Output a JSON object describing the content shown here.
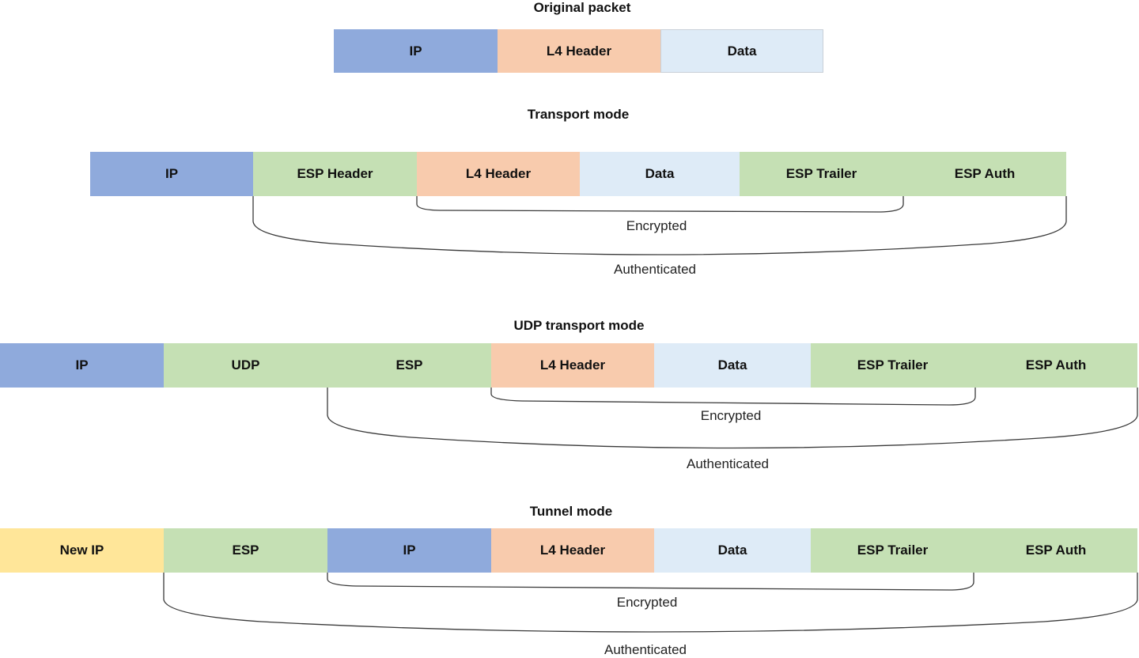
{
  "sections": [
    {
      "title": "Original packet",
      "cells": [
        {
          "label": "IP",
          "color": "#8faadc"
        },
        {
          "label": "L4 Header",
          "color": "#f8cbad"
        },
        {
          "label": "Data",
          "color": "#deebf7"
        }
      ]
    },
    {
      "title": "Transport mode",
      "cells": [
        {
          "label": "IP",
          "color": "#8faadc"
        },
        {
          "label": "ESP Header",
          "color": "#c5e0b4"
        },
        {
          "label": "L4 Header",
          "color": "#f8cbad"
        },
        {
          "label": "Data",
          "color": "#deebf7"
        },
        {
          "label": "ESP Trailer",
          "color": "#c5e0b4"
        },
        {
          "label": "ESP Auth",
          "color": "#c5e0b4"
        }
      ],
      "encrypted_label": "Encrypted",
      "authenticated_label": "Authenticated"
    },
    {
      "title": "UDP transport mode",
      "cells": [
        {
          "label": "IP",
          "color": "#8faadc"
        },
        {
          "label": "UDP",
          "color": "#c5e0b4"
        },
        {
          "label": "ESP",
          "color": "#c5e0b4"
        },
        {
          "label": "L4 Header",
          "color": "#f8cbad"
        },
        {
          "label": "Data",
          "color": "#deebf7"
        },
        {
          "label": "ESP Trailer",
          "color": "#c5e0b4"
        },
        {
          "label": "ESP Auth",
          "color": "#c5e0b4"
        }
      ],
      "encrypted_label": "Encrypted",
      "authenticated_label": "Authenticated"
    },
    {
      "title": "Tunnel mode",
      "cells": [
        {
          "label": "New IP",
          "color": "#ffe699"
        },
        {
          "label": "ESP",
          "color": "#c5e0b4"
        },
        {
          "label": "IP",
          "color": "#8faadc"
        },
        {
          "label": "L4 Header",
          "color": "#f8cbad"
        },
        {
          "label": "Data",
          "color": "#deebf7"
        },
        {
          "label": "ESP Trailer",
          "color": "#c5e0b4"
        },
        {
          "label": "ESP Auth",
          "color": "#c5e0b4"
        }
      ],
      "encrypted_label": "Encrypted",
      "authenticated_label": "Authenticated"
    }
  ]
}
